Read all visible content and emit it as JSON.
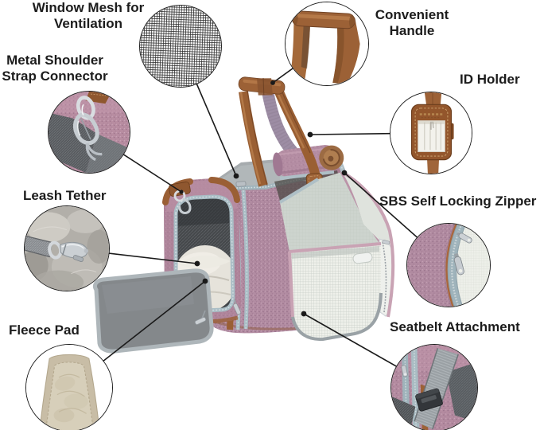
{
  "page": {
    "background": "#ffffff",
    "line_color": "#1a1a1a"
  },
  "product_colors": {
    "fabric_pink": "#b08aa0",
    "leather_brown": "#9c6136",
    "zipper_trim_blue": "#a9bdc5",
    "top_mesh_gray": "#a6abae",
    "expansion_mesh": "#edefe9",
    "flap_gray": "#84888b",
    "fleece_beige": "#d7cfba",
    "strap_purple": "#9d8da4"
  },
  "callouts": {
    "window_mesh": {
      "label": "Window Mesh for Ventilation"
    },
    "convenient_handle": {
      "label": "Convenient Handle"
    },
    "strap_connector": {
      "label": "Metal Shoulder Strap Connector"
    },
    "id_holder": {
      "label": "ID Holder"
    },
    "leash_tether": {
      "label": "Leash Tether"
    },
    "sbs_zipper": {
      "label": "SBS Self Locking Zipper"
    },
    "fleece_pad": {
      "label": "Fleece Pad"
    },
    "seatbelt": {
      "label": "Seatbelt Attachment"
    }
  }
}
